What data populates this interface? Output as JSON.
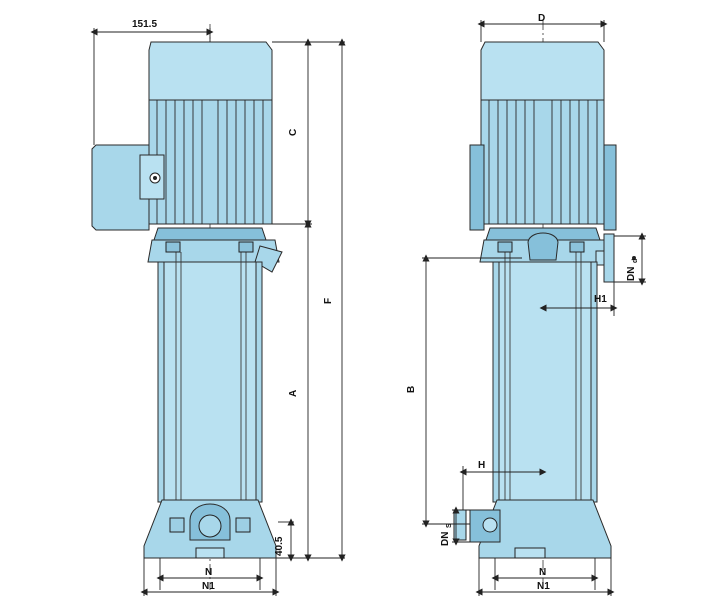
{
  "colors": {
    "pump_body": "#a8d7ea",
    "pump_body_light": "#b9e1f1",
    "pump_body_dark": "#86c0da",
    "outline": "#2a2a2a",
    "background": "#ffffff"
  },
  "left_view": {
    "dim_top_width": "151.5",
    "dim_c": "C",
    "dim_f": "F",
    "dim_a": "A",
    "dim_base_height": "40.5",
    "dim_n": "N",
    "dim_n1": "N1"
  },
  "right_view": {
    "dim_d": "D",
    "dim_h1": "H1",
    "dim_b": "B",
    "dim_h": "H",
    "dim_dnd_main": "DN",
    "dim_dnd_sub": "d",
    "dim_dns_main": "DN",
    "dim_dns_sub": "S",
    "dim_n": "N",
    "dim_n1": "N1"
  }
}
